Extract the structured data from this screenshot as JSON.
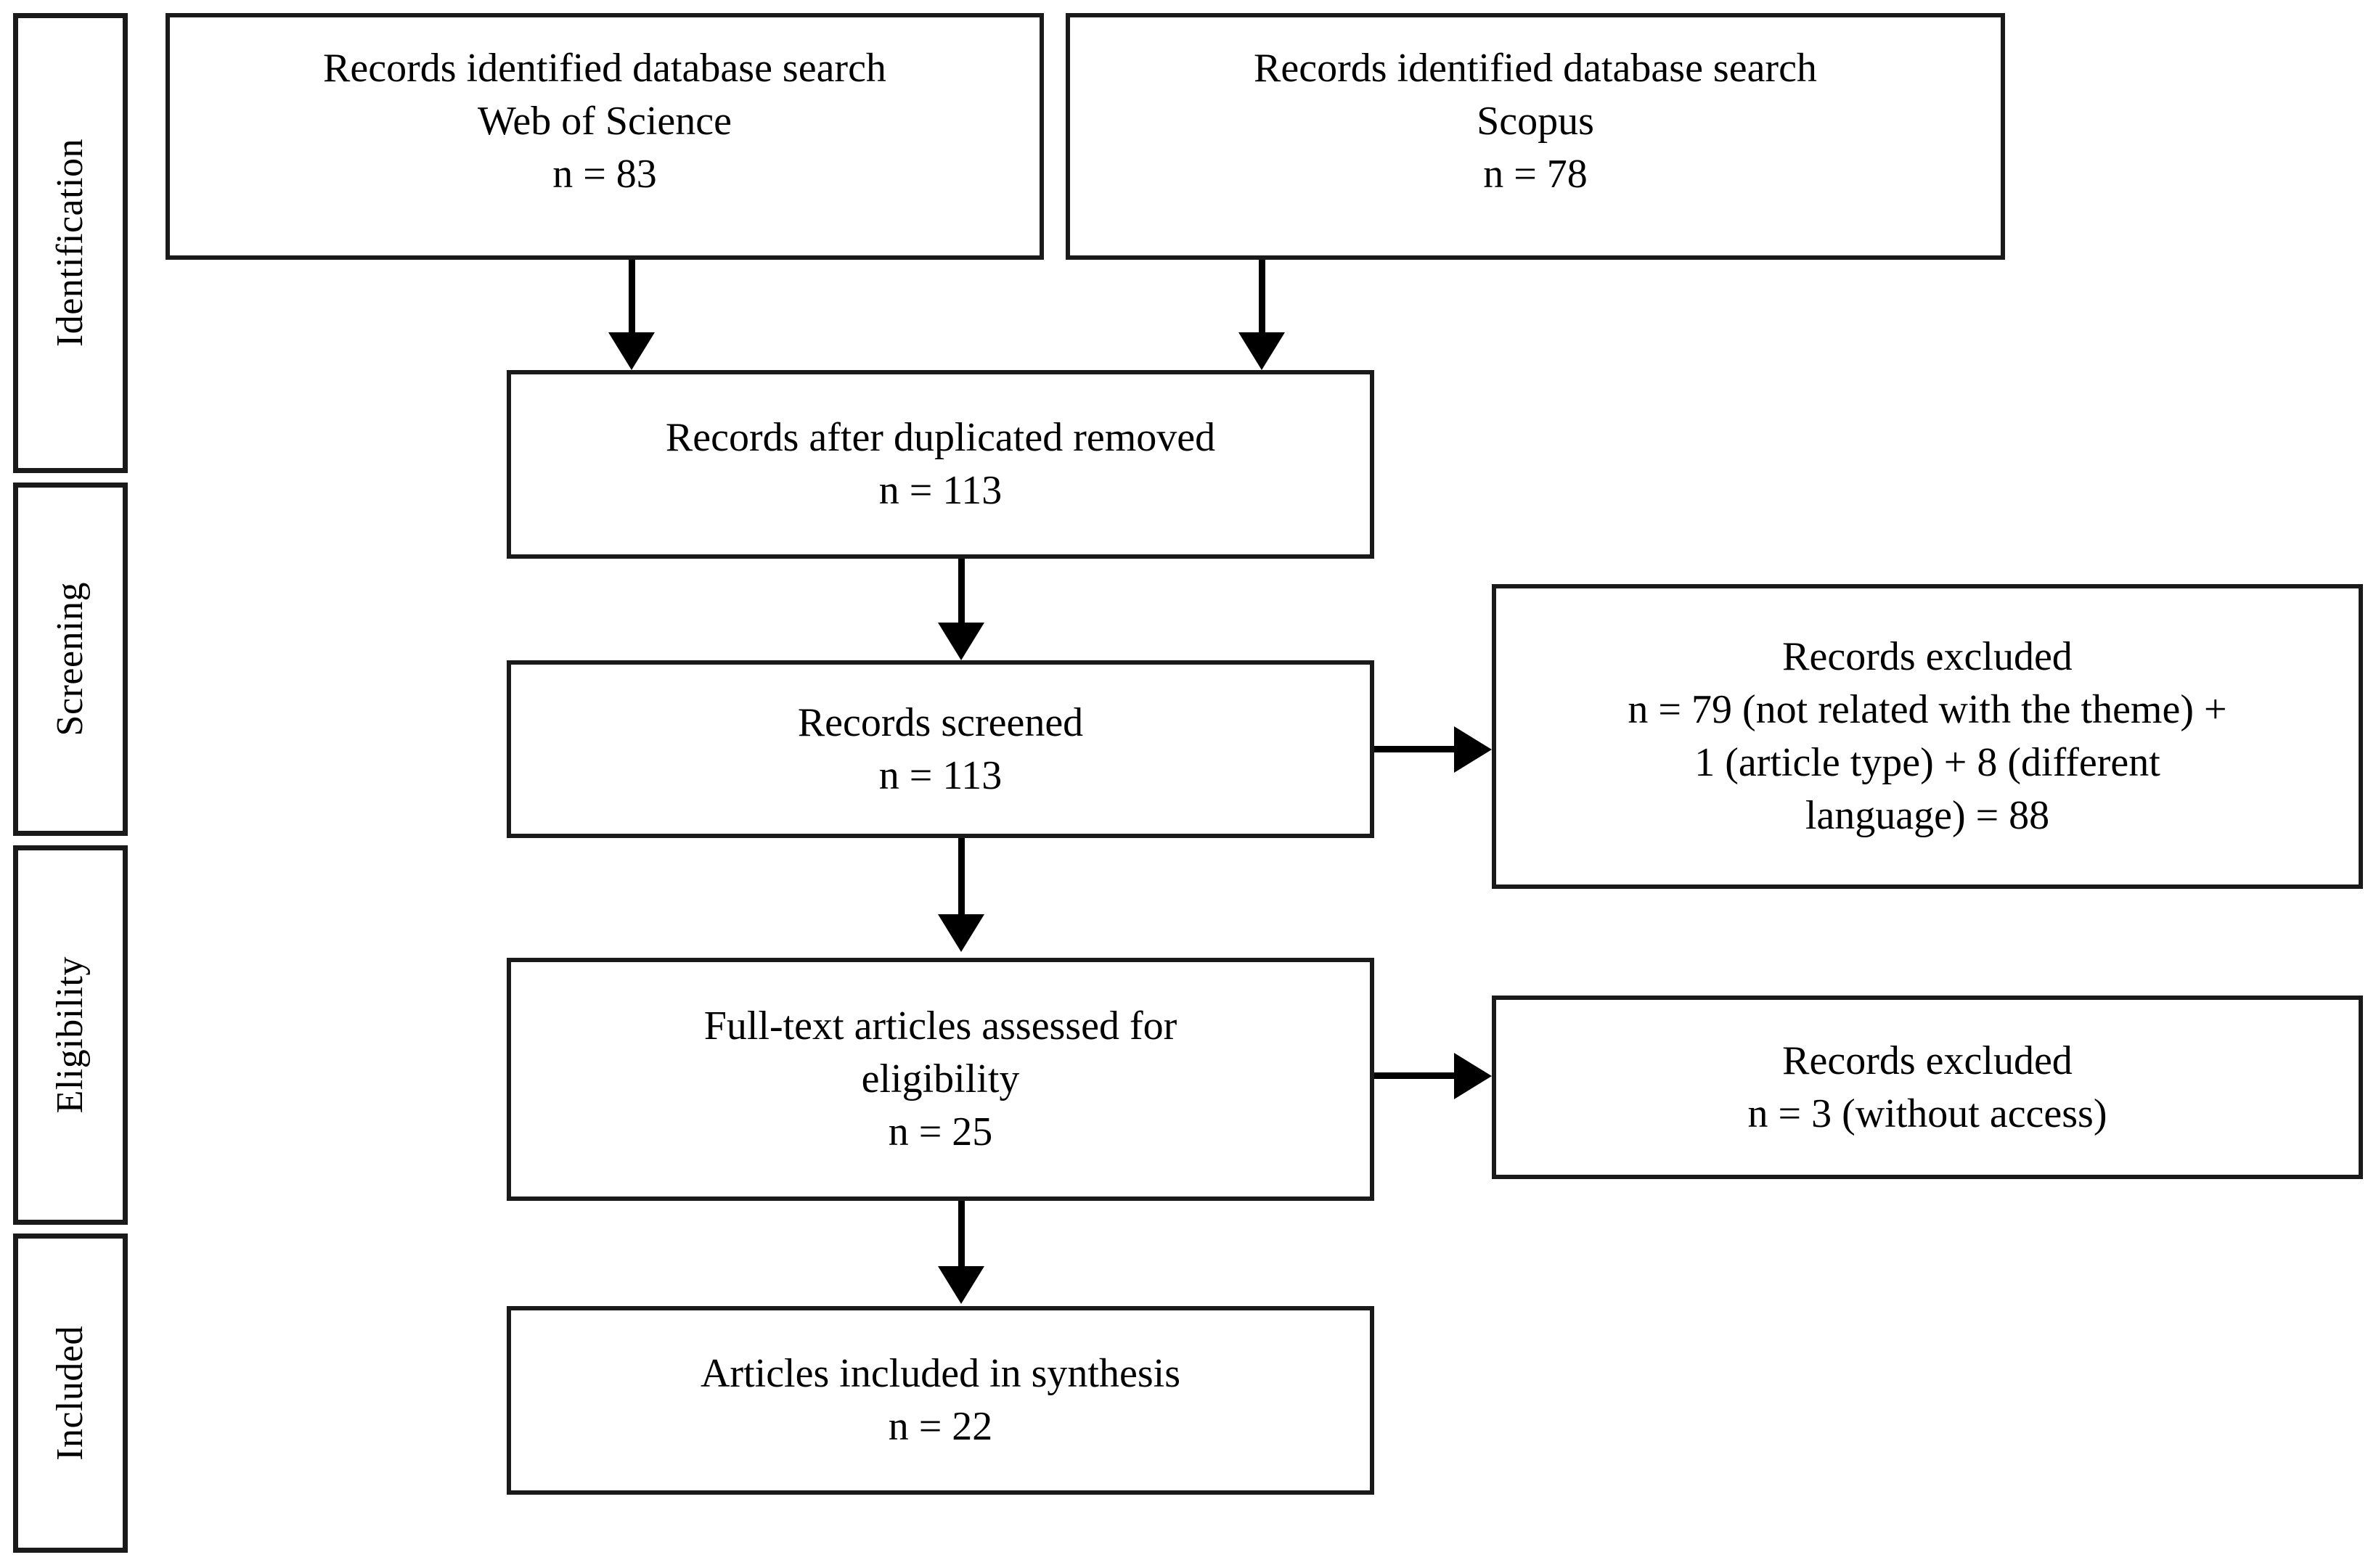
{
  "diagram": {
    "type": "prisma-flow-diagram",
    "stages": [
      {
        "id": "identification",
        "label": "Identification"
      },
      {
        "id": "screening",
        "label": "Screening"
      },
      {
        "id": "eligibility",
        "label": "Eligibility"
      },
      {
        "id": "included",
        "label": "Included"
      }
    ],
    "boxes": {
      "wos": {
        "line1": "Records identified database search",
        "line2": "Web of Science",
        "line3": "n = 83"
      },
      "scopus": {
        "line1": "Records identified database search",
        "line2": "Scopus",
        "line3": "n = 78"
      },
      "duplicates_removed": {
        "line1": "Records after duplicated removed",
        "line2": "n = 113"
      },
      "records_screened": {
        "line1": "Records screened",
        "line2": "n = 113"
      },
      "excluded_screening": {
        "line1": "Records excluded",
        "line2": "n = 79 (not related with the theme) +",
        "line3": "1 (article type) + 8 (different",
        "line4": "language) = 88"
      },
      "fulltext_assessed": {
        "line1": "Full-text articles assessed for",
        "line2": "eligibility",
        "line3": "n = 25"
      },
      "excluded_eligibility": {
        "line1": "Records excluded",
        "line2": "n = 3 (without access)"
      },
      "included_synthesis": {
        "line1": "Articles included in synthesis",
        "line2": "n = 22"
      }
    },
    "colors": {
      "border": "#1a1a1a",
      "text": "#000000",
      "background": "#ffffff",
      "connector": "#000000"
    }
  },
  "chart_data": {
    "type": "diagram",
    "title": "PRISMA flow diagram",
    "nodes": [
      {
        "id": "wos",
        "stage": "Identification",
        "label": "Records identified database search Web of Science",
        "n": 83
      },
      {
        "id": "scopus",
        "stage": "Identification",
        "label": "Records identified database search Scopus",
        "n": 78
      },
      {
        "id": "duplicates_removed",
        "stage": "Identification",
        "label": "Records after duplicated removed",
        "n": 113
      },
      {
        "id": "records_screened",
        "stage": "Screening",
        "label": "Records screened",
        "n": 113
      },
      {
        "id": "excluded_screening",
        "stage": "Screening",
        "label": "Records excluded",
        "n": 88
      },
      {
        "id": "fulltext_assessed",
        "stage": "Eligibility",
        "label": "Full-text articles assessed for eligibility",
        "n": 25
      },
      {
        "id": "excluded_eligibility",
        "stage": "Eligibility",
        "label": "Records excluded (without access)",
        "n": 3
      },
      {
        "id": "included_synthesis",
        "stage": "Included",
        "label": "Articles included in synthesis",
        "n": 22
      }
    ],
    "edges": [
      {
        "from": "wos",
        "to": "duplicates_removed",
        "direction": "down"
      },
      {
        "from": "scopus",
        "to": "duplicates_removed",
        "direction": "down"
      },
      {
        "from": "duplicates_removed",
        "to": "records_screened",
        "direction": "down"
      },
      {
        "from": "records_screened",
        "to": "excluded_screening",
        "direction": "right"
      },
      {
        "from": "records_screened",
        "to": "fulltext_assessed",
        "direction": "down"
      },
      {
        "from": "fulltext_assessed",
        "to": "excluded_eligibility",
        "direction": "right"
      },
      {
        "from": "fulltext_assessed",
        "to": "included_synthesis",
        "direction": "down"
      }
    ],
    "exclusion_breakdown": [
      {
        "reason": "not related with the theme",
        "n": 79
      },
      {
        "reason": "article type",
        "n": 1
      },
      {
        "reason": "different language",
        "n": 8
      },
      {
        "reason": "without access",
        "n": 3
      }
    ]
  }
}
